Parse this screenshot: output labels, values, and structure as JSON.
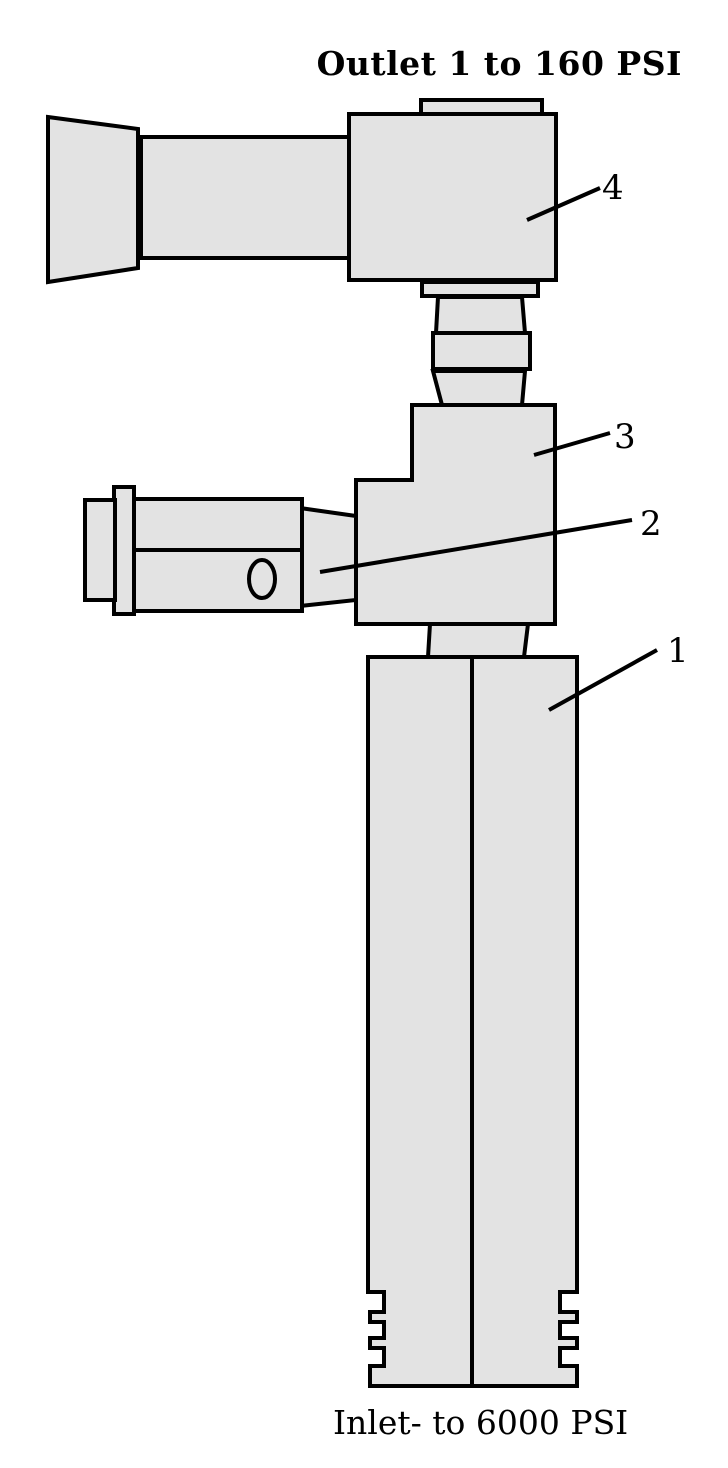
{
  "diagram": {
    "outlet_label": "Outlet 1 to 160 PSI",
    "inlet_label": "Inlet- to 6000 PSI",
    "callouts": [
      "1",
      "2",
      "3",
      "4"
    ],
    "colors": {
      "part_fill": "#e3e3e3",
      "stroke": "#000000",
      "background": "#ffffff"
    }
  }
}
